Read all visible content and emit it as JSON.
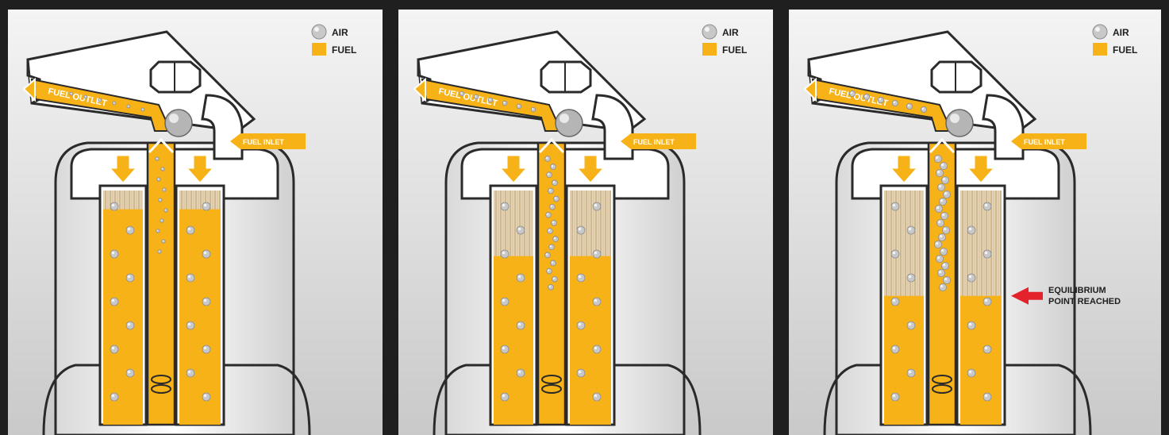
{
  "legend": {
    "air_label": "AIR",
    "fuel_label": "FUEL"
  },
  "labels": {
    "fuel_outlet": "FUEL OUTLET",
    "fuel_inlet": "FUEL INLET",
    "equilibrium_line1": "EQUILIBRIUM",
    "equilibrium_line2": "POINT REACHED"
  },
  "stages": [
    {
      "fuel_level_fraction": 0.92
    },
    {
      "fuel_level_fraction": 0.72
    },
    {
      "fuel_level_fraction": 0.55
    }
  ],
  "colors": {
    "fuel": "#f7b217",
    "air": "#c8c8c8",
    "frame": "#1f1f1f",
    "housing": "#ffffff",
    "outline": "#2a2a2a",
    "pointer": "#e3222b",
    "media": "#e8d7b8"
  }
}
